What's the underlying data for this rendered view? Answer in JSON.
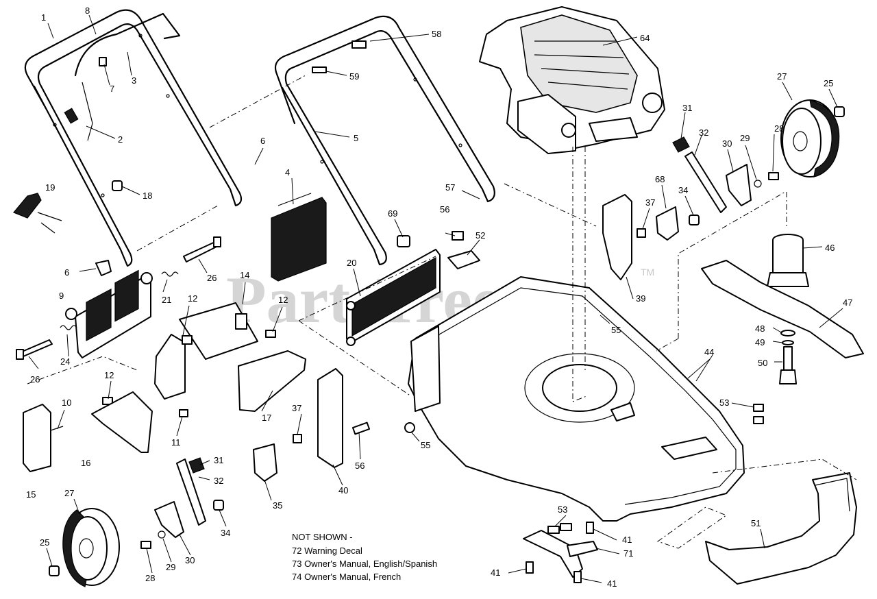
{
  "watermark": {
    "text": "PartsTree",
    "tm": "TM"
  },
  "callouts": {
    "c1": "1",
    "c8": "8",
    "c7": "7",
    "c3": "3",
    "c2": "2",
    "c19": "19",
    "c18": "18",
    "c6a": "6",
    "c6b": "6",
    "c9": "9",
    "c21": "21",
    "c26a": "26",
    "c26b": "26",
    "c24": "24",
    "c12a": "12",
    "c12b": "12",
    "c12c": "12",
    "c14": "14",
    "c10": "10",
    "c11": "11",
    "c15": "15",
    "c16": "16",
    "c17": "17",
    "c4": "4",
    "c5": "5",
    "c58": "58",
    "c59": "59",
    "c57": "57",
    "c69": "69",
    "c56a": "56",
    "c56b": "56",
    "c52": "52",
    "c20": "20",
    "c64": "64",
    "c31a": "31",
    "c31b": "31",
    "c32a": "32",
    "c32b": "32",
    "c30a": "30",
    "c30b": "30",
    "c29a": "29",
    "c29b": "29",
    "c28a": "28",
    "c28b": "28",
    "c27a": "27",
    "c27b": "27",
    "c25a": "25",
    "c25b": "25",
    "c68": "68",
    "c37a": "37",
    "c37b": "37",
    "c34a": "34",
    "c34b": "34",
    "c39": "39",
    "c55a": "55",
    "c55b": "55",
    "c46": "46",
    "c47": "47",
    "c48": "48",
    "c49": "49",
    "c50": "50",
    "c44": "44",
    "c53a": "53",
    "c53b": "53",
    "c40": "40",
    "c35": "35",
    "c41a": "41",
    "c41b": "41",
    "c41c": "41",
    "c71": "71",
    "c51": "51"
  },
  "notes": {
    "heading": "NOT SHOWN -",
    "line1": "72 Warning Decal",
    "line2": "73 Owner's Manual, English/Spanish",
    "line3": "74 Owner's Manual, French"
  }
}
